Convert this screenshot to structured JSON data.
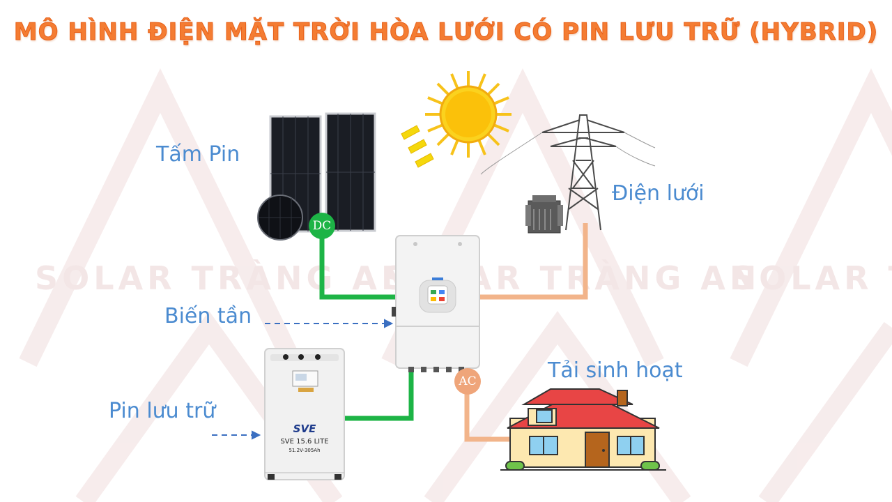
{
  "title": "MÔ HÌNH ĐIỆN MẶT TRỜI HÒA LƯỚI CÓ PIN LƯU TRỮ (HYBRID)",
  "labels": {
    "solar_panel": "Tấm Pin",
    "grid": "Điện lưới",
    "inverter": "Biến tần",
    "load": "Tải sinh hoạt",
    "battery": "Pin lưu trữ"
  },
  "badges": {
    "dc": "DC",
    "ac": "AC"
  },
  "battery": {
    "brand": "SVE",
    "model": "SVE 15.6 LITE",
    "spec": "51.2V-305Ah"
  },
  "watermark": "SOLAR TRÀNG AN",
  "colors": {
    "title": "#f47c32",
    "label": "#4b8bd0",
    "dc_line": "#1db446",
    "ac_line": "#f2b48a",
    "dc_badge": "#1db446",
    "ac_badge": "#efa57a"
  }
}
